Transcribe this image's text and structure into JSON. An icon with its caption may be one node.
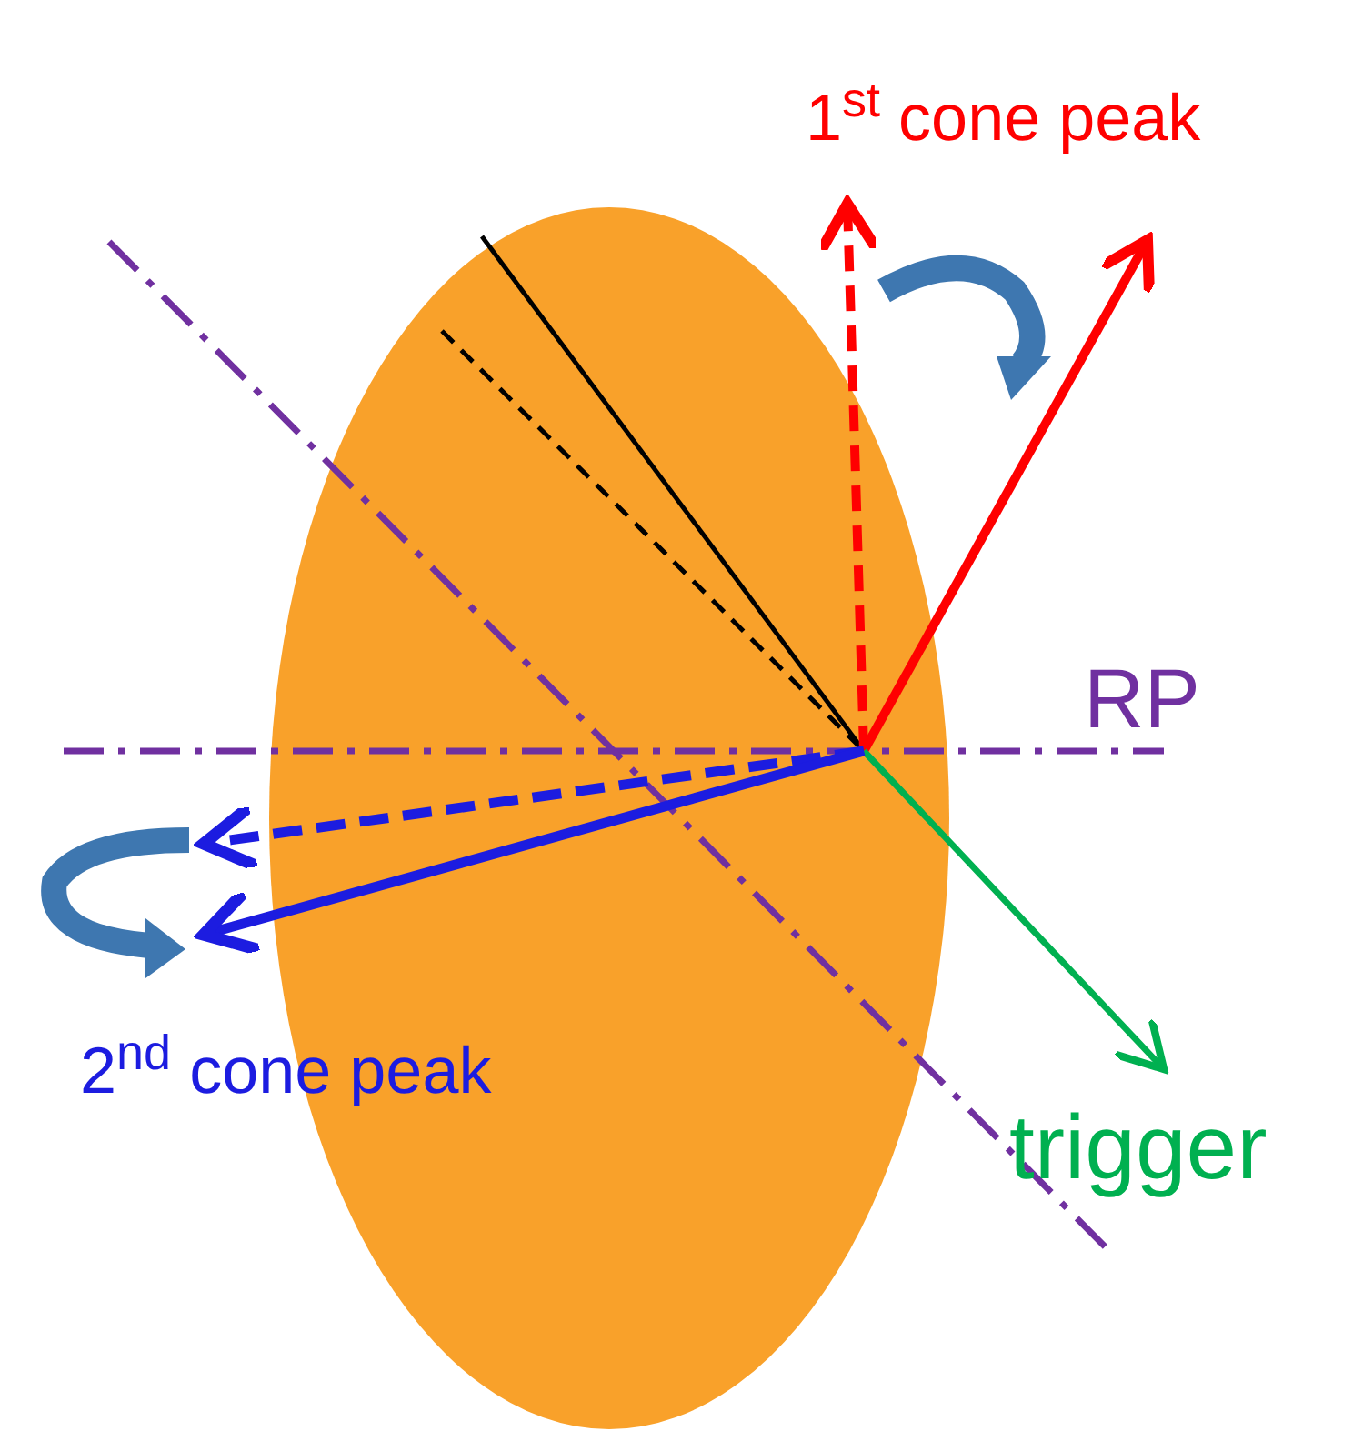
{
  "diagram": {
    "labels": [
      "1$^{st}$ cone peak",
      "RP",
      "2$^{nd}$ cone peak",
      "trigger"
    ]
  }
}
